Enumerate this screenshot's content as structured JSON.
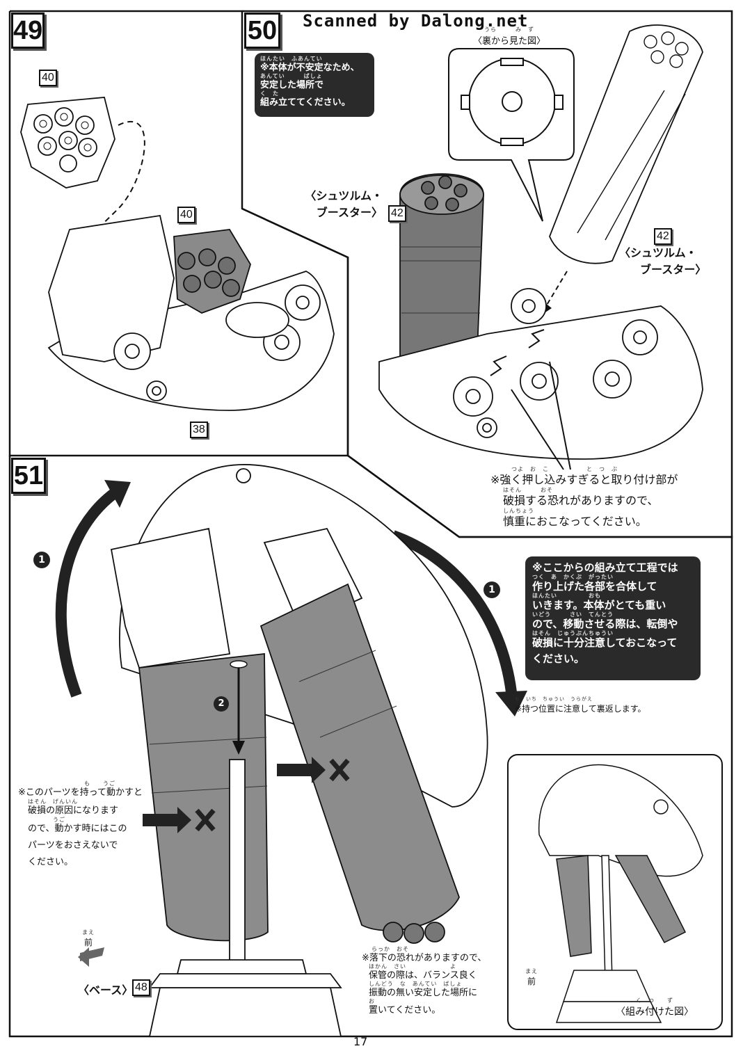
{
  "watermark": "Scanned by Dalong.net",
  "page_number": "17",
  "step49": {
    "number": "49",
    "parts": [
      "40",
      "40",
      "38"
    ]
  },
  "step50": {
    "number": "50",
    "caution_box": {
      "ruby1": "ほんたい　ふあんてい",
      "line1": "※本体が不安定なため、",
      "ruby2": "あんてい　　　ばしょ",
      "line2": "安定した場所で",
      "ruby3": "く　た",
      "line3": "組み立ててください。"
    },
    "inset_ruby": "うら　　　み　ず",
    "inset_label": "〈裏から見た図〉",
    "booster_left_line1": "〈シュツルム・",
    "booster_left_line2": "ブースター〉",
    "booster_left_part": "42",
    "booster_right_part": "42",
    "booster_right_line1": "〈シュツルム・",
    "booster_right_line2": "ブースター〉",
    "warning": {
      "ruby1": "つよ　お　こ　　　　　　と　つ　ぶ",
      "line1": "※強く押し込みすぎると取り付け部が",
      "ruby2": "はそん　　　おそ",
      "line2": "破損する恐れがありますので、",
      "ruby3": "しんちょう",
      "line3": "慎重におこなってください。"
    }
  },
  "step51": {
    "number": "51",
    "marker1": "1",
    "marker2": "2",
    "notice_box": {
      "ruby1": "く　た　こうてい",
      "line1": "※ここからの組み立て工程では",
      "ruby2": "つく　あ　かくぶ　がったい",
      "line2": "作り上げた各部を合体して",
      "ruby3": "ほんたい　　　　　おも",
      "line3": "いきます。本体がとても重い",
      "ruby4": "いどう　　　さい　てんとう",
      "line4": "ので、移動させる際は、転倒や",
      "ruby5": "はそん　じゅうぶんちゅうい",
      "line5": "破損に十分注意しておこなって",
      "line6": "ください。"
    },
    "flip_note_ruby": "も　いち　ちゅうい　うらがえ",
    "flip_note": "※持つ位置に注意して裏返します。",
    "hold_warning": {
      "ruby1": "も　　うご",
      "line1": "※このパーツを持って動かすと",
      "ruby2": "はそん　げんいん",
      "line2": "破損の原因になります",
      "ruby3": "うご",
      "line3": "ので、動かす時にはこの",
      "line4": "パーツをおさえないで",
      "line5": "ください。"
    },
    "front_ruby": "まえ",
    "front_label": "前",
    "front_ruby_right": "まえ",
    "front_label_right": "前",
    "base_label": "〈ベース〉",
    "base_part": "48",
    "drop_warning": {
      "ruby1": "らっか　おそ",
      "line1": "※落下の恐れがありますので、",
      "ruby2": "ほかん　さい　　　　　　　よ",
      "line2": "保管の際は、バランス良く",
      "ruby3": "しんどう　な　あんてい　ばしょ",
      "line3": "振動の無い安定した場所に",
      "ruby4": "お",
      "line4": "置いてください。"
    },
    "assembled_ruby": "く　つ　　ず",
    "assembled_label": "〈組み付けた図〉"
  }
}
